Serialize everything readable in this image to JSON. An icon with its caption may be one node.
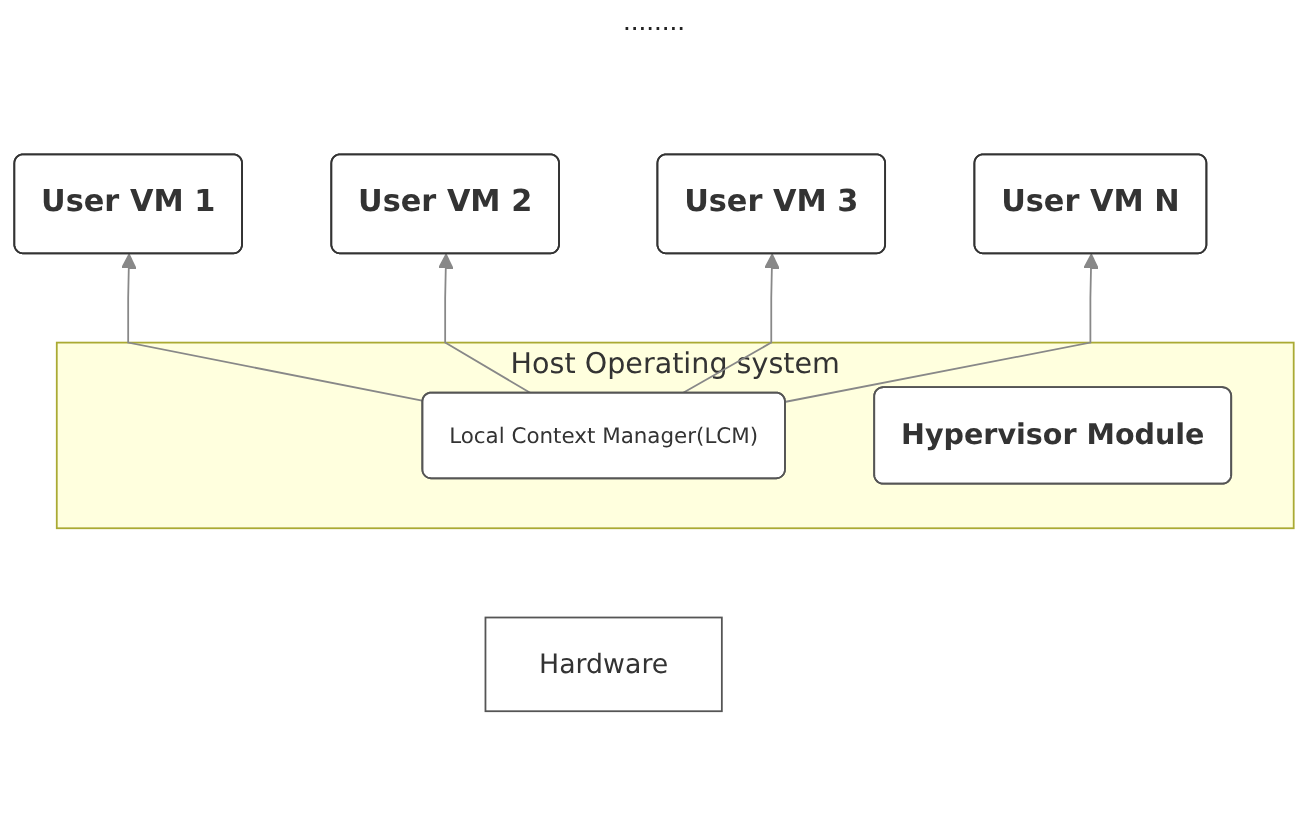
{
  "diagram": {
    "nodes": [
      {
        "text": [
          "User VM 1"
        ]
      },
      {
        "text": [
          "User VM 2"
        ]
      },
      {
        "text": [
          "User VM 3"
        ]
      },
      {
        "text": [
          "User VM N"
        ]
      },
      {
        "text": [
          "Host Operating system"
        ]
      },
      {
        "text": [
          "Local Context Manager(LCM)"
        ],
        "in": 4
      },
      {
        "text": [
          "Hypervisor Module"
        ],
        "in": 4
      },
      {
        "text": [
          "Hardware"
        ]
      }
    ],
    "edges": [
      {
        "from": 5,
        "to": 0,
        "arrow": "to"
      },
      {
        "from": 5,
        "to": 1,
        "arrow": "to"
      },
      {
        "from": 5,
        "to": 2,
        "arrow": "to"
      },
      {
        "from": 5,
        "to": 3,
        "arrow": "to"
      }
    ],
    "labels": [
      "........"
    ]
  }
}
